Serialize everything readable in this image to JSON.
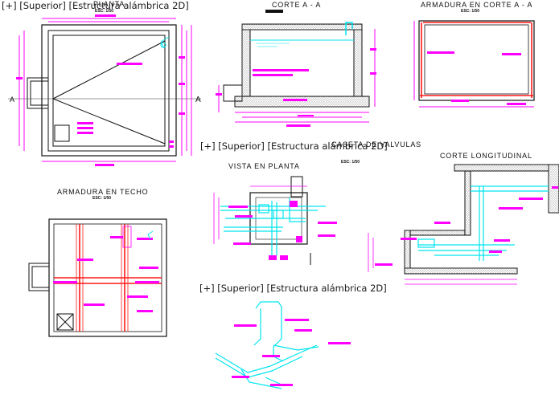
{
  "viewport_controls": [
    {
      "label": "[+] [Superior] [Estructura alámbrica 2D]"
    },
    {
      "label": "[+] [Superior] [Estructura alámbrica 2D]"
    },
    {
      "label": "[+] [Superior] [Estructura alámbrica 2D]"
    }
  ],
  "titles": {
    "planta": "PLANTA",
    "corte_aa": "CORTE A - A",
    "armadura_corte": "ARMADURA EN CORTE A - A",
    "armadura_techo": "ARMADURA EN TECHO",
    "vista_planta": "VISTA EN PLANTA",
    "caseta": "CASETA DE VALVULAS",
    "corte_longitudinal": "CORTE LONGITUDINAL",
    "scale": "ESC: 1/50"
  },
  "section_marks": {
    "left": "A",
    "right": "A"
  },
  "colors": {
    "dim": "#ff00ff",
    "pipe": "#00e5ee",
    "rebar": "#ff1a1a",
    "line": "#111111"
  }
}
